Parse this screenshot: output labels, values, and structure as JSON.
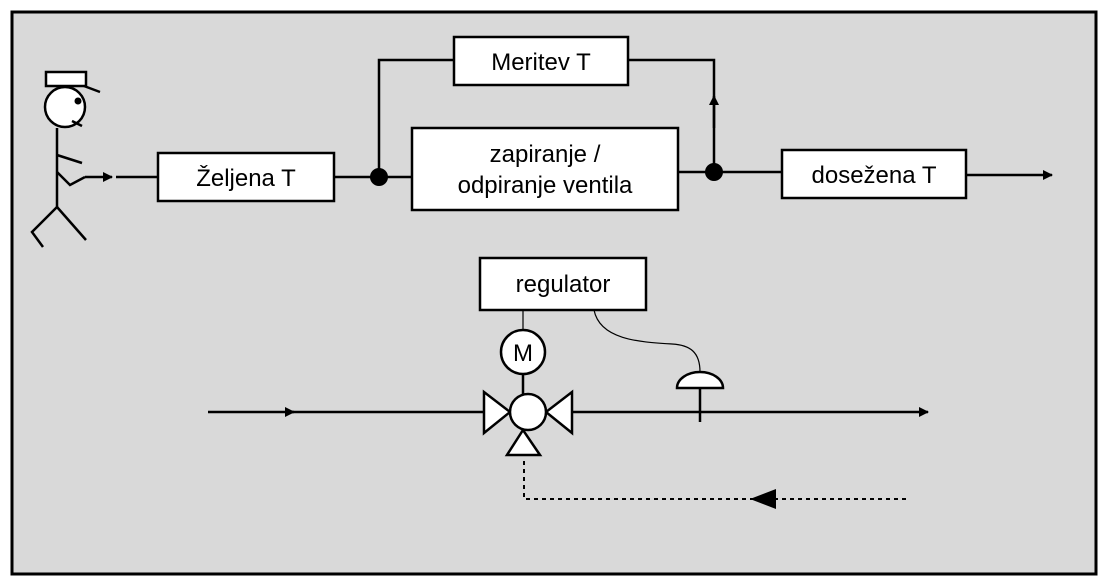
{
  "colors": {
    "panel_background": "#d9d9d9",
    "line": "#000000",
    "box_fill": "#ffffff"
  },
  "blocks": {
    "zeljena_t": "Željena T",
    "meritev_t": "Meritev T",
    "zapiranje_line1": "zapiranje /",
    "zapiranje_line2": "odpiranje ventila",
    "dosezena_t": "dosežena T",
    "regulator": "regulator",
    "motor": "M"
  },
  "icons": {
    "operator": "person-icon",
    "valve": "three-way-valve-icon",
    "sensor": "temperature-sensor-icon"
  }
}
